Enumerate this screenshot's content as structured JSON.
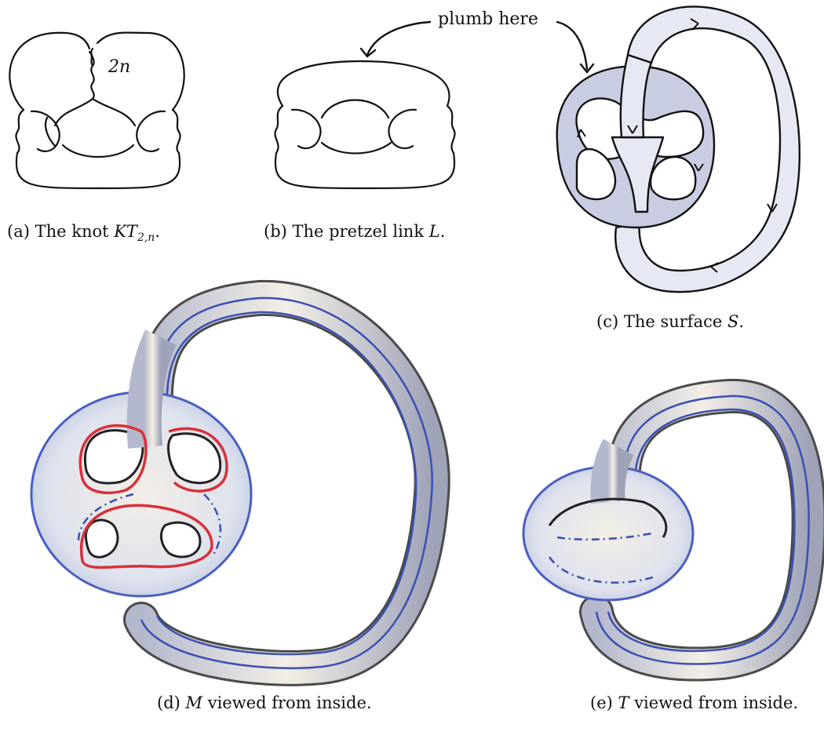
{
  "figure": {
    "panel_a": {
      "twist_label": "2n",
      "caption_prefix": "(a) The knot ",
      "caption_symbol": "KT",
      "caption_subscript": "2,n",
      "caption_suffix": "."
    },
    "panel_b": {
      "annotation": "plumb here",
      "caption_prefix": "(b) The pretzel link ",
      "caption_symbol": "L",
      "caption_suffix": "."
    },
    "panel_c": {
      "caption_prefix": "(c) The surface ",
      "caption_symbol": "S",
      "caption_suffix": "."
    },
    "panel_d": {
      "caption_prefix": "(d) ",
      "caption_symbol": "M",
      "caption_suffix": " viewed from inside."
    },
    "panel_e": {
      "caption_prefix": "(e) ",
      "caption_symbol": "T",
      "caption_suffix": " viewed from inside."
    },
    "colors": {
      "ink": "#111111",
      "surface_dark": "#c9cde2",
      "surface_light": "#e6e8f4",
      "tube_fill": "#f3eee6",
      "tube_shadow": "#b9bfd6",
      "blue_curve": "#3b4fb0",
      "red_curve": "#d8303a"
    }
  }
}
